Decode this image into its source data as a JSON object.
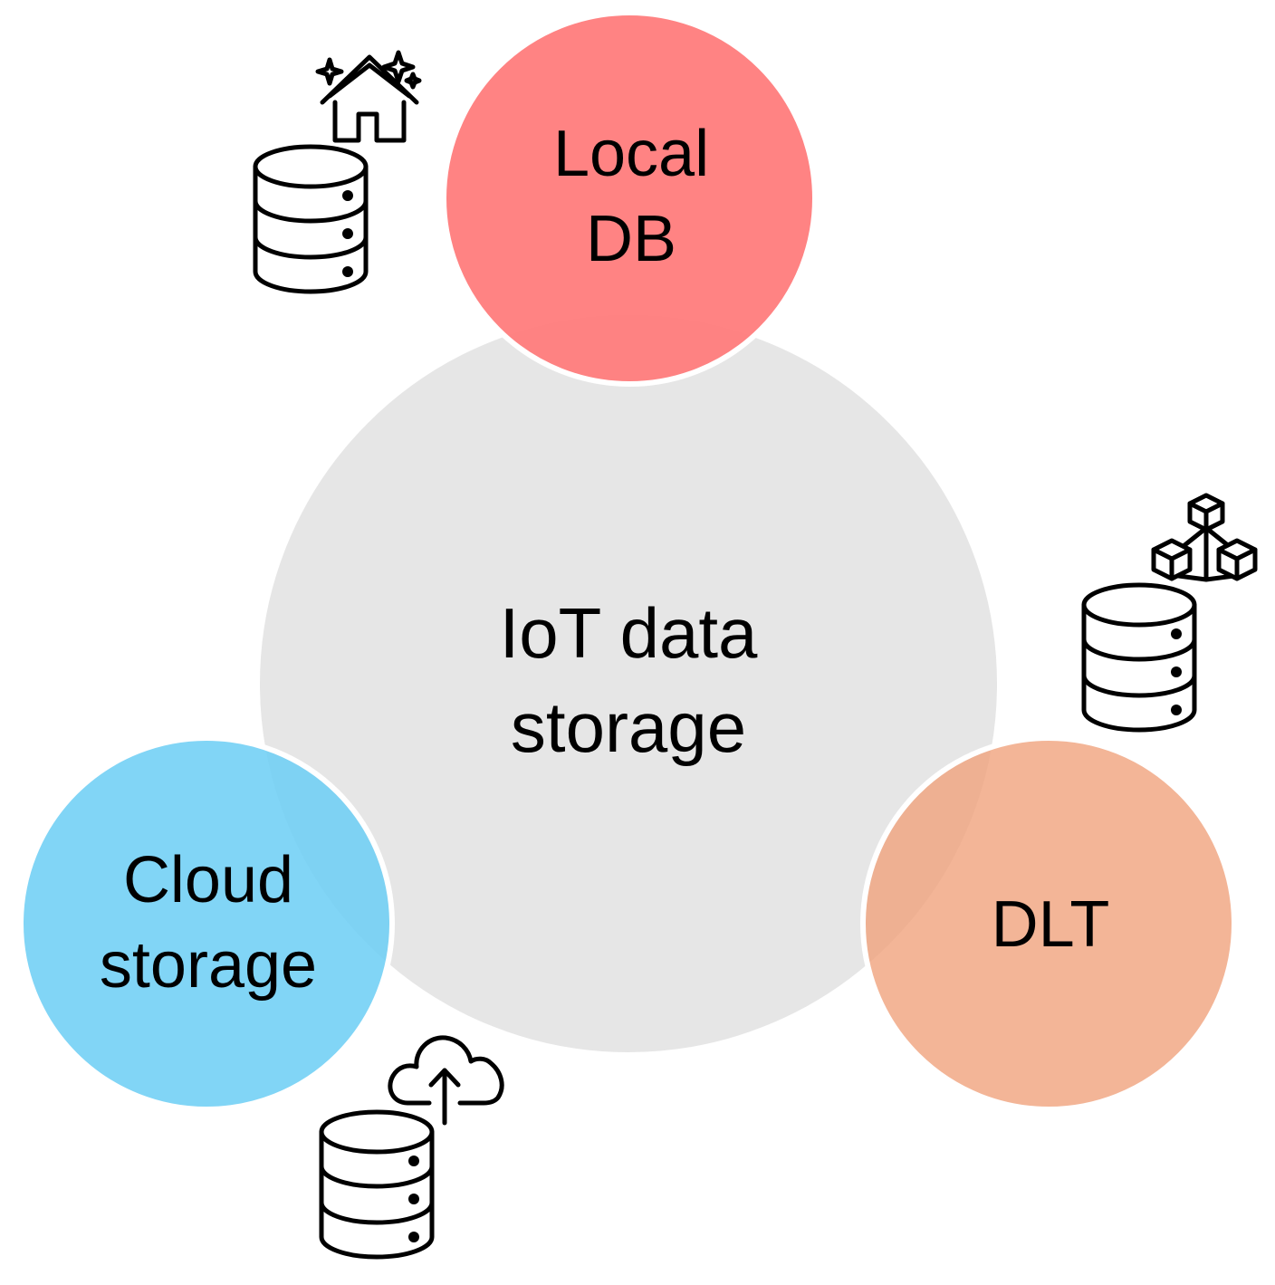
{
  "diagram": {
    "center": {
      "line1": "IoT data",
      "line2": "storage",
      "color": "#e6e6e6"
    },
    "nodes": {
      "local_db": {
        "line1": "Local",
        "line2": "DB",
        "color": "#ff7c7c"
      },
      "dlt": {
        "line1": "DLT",
        "color": "#f4b28f"
      },
      "cloud_storage": {
        "line1": "Cloud",
        "line2": "storage",
        "color": "#7dd4f7"
      }
    },
    "icons": {
      "local": [
        "database-icon",
        "smart-home-icon"
      ],
      "dlt": [
        "database-icon",
        "blockchain-blocks-icon"
      ],
      "cloud": [
        "database-icon",
        "cloud-upload-icon"
      ]
    }
  }
}
